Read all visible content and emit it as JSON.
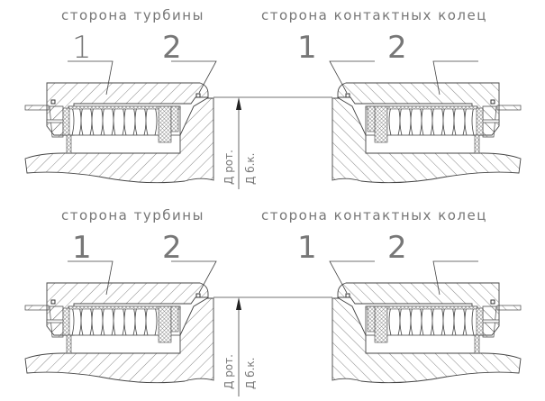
{
  "panels": [
    {
      "left_title": "сторона турбины",
      "right_title": "сторона контактных колец",
      "left_callouts": [
        "1",
        "2"
      ],
      "right_callouts": [
        "1",
        "2"
      ],
      "dim_rotor": "Д рот.",
      "dim_ring": "Д б.к."
    },
    {
      "left_title": "сторона турбины",
      "right_title": "сторона контактных колец",
      "left_callouts": [
        "1",
        "2"
      ],
      "right_callouts": [
        "1",
        "2"
      ],
      "dim_rotor": "Д рот.",
      "dim_ring": "Д б.к."
    }
  ],
  "colors": {
    "line": "#444444",
    "text": "#777777"
  }
}
